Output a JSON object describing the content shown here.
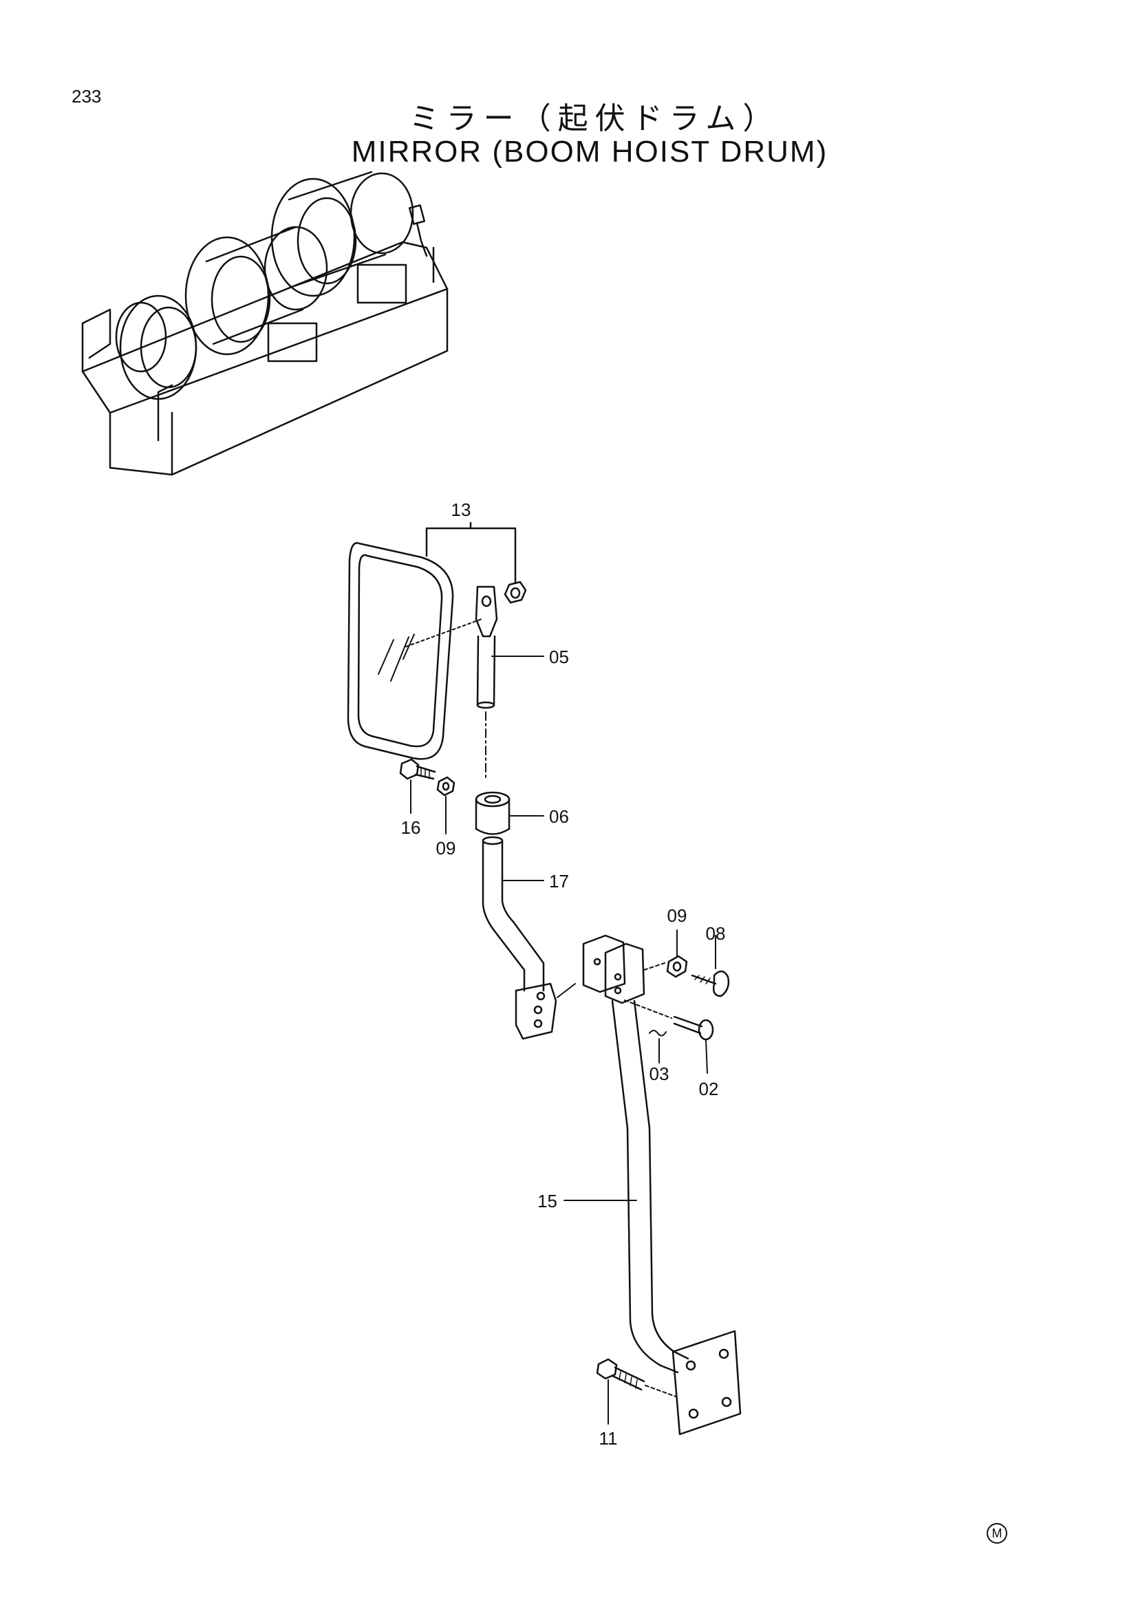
{
  "page": {
    "number": "233",
    "title_jp": "ミラー（起伏ドラム）",
    "title_en": "MIRROR (BOOM HOIST DRUM)",
    "marker": "M"
  },
  "callouts": {
    "p13": "13",
    "p05": "05",
    "p06": "06",
    "p16": "16",
    "p09a": "09",
    "p17": "17",
    "p09b": "09",
    "p08": "08",
    "p03": "03",
    "p02": "02",
    "p15": "15",
    "p11": "11"
  }
}
